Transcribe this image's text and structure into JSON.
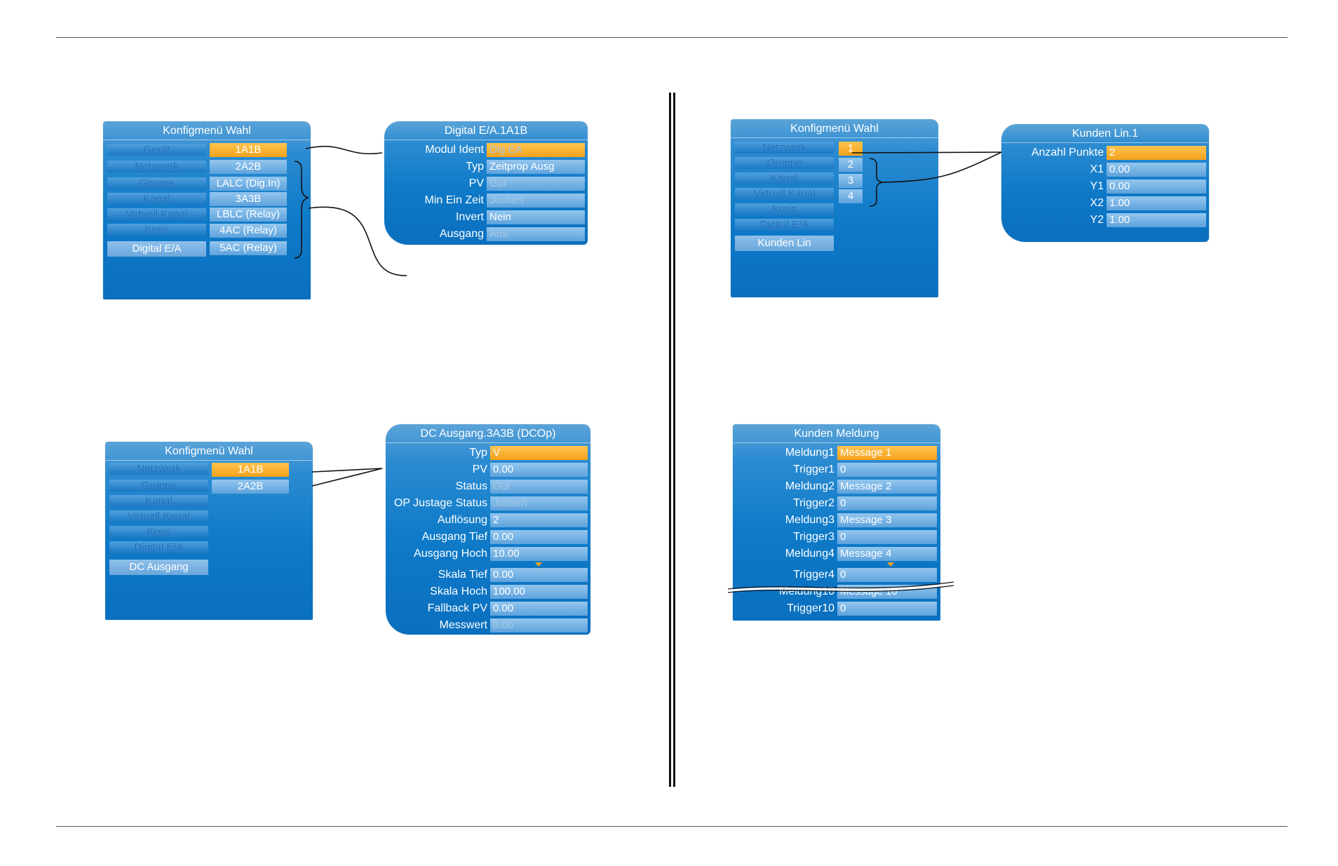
{
  "topLeft": {
    "menu": {
      "title": "Konfigmenü Wahl",
      "items": [
        "Gerät",
        "Netzwerk",
        "Gruppe",
        "Kanal",
        "Virtuell Kanal",
        "Kreis",
        "Digital E/A"
      ],
      "selected_index": 6,
      "values": [
        "1A1B",
        "2A2B",
        "LALC (Dig.In)",
        "3A3B",
        "LBLC (Relay)",
        "4AC (Relay)",
        "5AC (Relay)"
      ],
      "highlight_index": 0
    },
    "detail": {
      "title": "Digital E/A.1A1B",
      "rows": [
        {
          "label": "Modul Ident",
          "value": "Dig EA"
        },
        {
          "label": "Typ",
          "value": "Zeitprop Ausg"
        },
        {
          "label": "PV",
          "value": "Gut"
        },
        {
          "label": "Min Ein Zeit",
          "value": "Justiert"
        },
        {
          "label": "Invert",
          "value": "Nein"
        },
        {
          "label": "Ausgang",
          "value": "Aus"
        }
      ]
    }
  },
  "bottomLeft": {
    "menu": {
      "title": "Konfigmenü Wahl",
      "items": [
        "Netzwerk",
        "Gruppe",
        "Kanal",
        "Virtuell Kanal",
        "Kreis",
        "Digital E/A",
        "DC Ausgang"
      ],
      "selected_index": 6,
      "values": [
        "1A1B",
        "2A2B"
      ],
      "highlight_index": 0
    },
    "detail": {
      "title": "DC Ausgang.3A3B (DCOp)",
      "rows": [
        {
          "label": "Typ",
          "value": "V"
        },
        {
          "label": "PV",
          "value": "0.00"
        },
        {
          "label": "Status",
          "value": "Gut"
        },
        {
          "label": "OP Justage Status",
          "value": "Justiert"
        },
        {
          "label": "Auflösung",
          "value": "2"
        },
        {
          "label": "Ausgang Tief",
          "value": "0.00"
        },
        {
          "label": "Ausgang Hoch",
          "value": "10.00"
        },
        {
          "label": "Skala Tief",
          "value": "0.00"
        },
        {
          "label": "Skala Hoch",
          "value": "100.00"
        },
        {
          "label": "Fallback PV",
          "value": "0.00"
        },
        {
          "label": "Messwert",
          "value": "0.00"
        }
      ]
    }
  },
  "topRight": {
    "menu": {
      "title": "Konfigmenü Wahl",
      "items": [
        "Netzwerk",
        "Gruppe",
        "Kanal",
        "Virtuell Kanal",
        "Kreis",
        "Digital E/A",
        "Kunden Lin"
      ],
      "selected_index": 6,
      "values": [
        "1",
        "2",
        "3",
        "4"
      ],
      "highlight_index": 0
    },
    "detail": {
      "title": "Kunden Lin.1",
      "rows": [
        {
          "label": "Anzahl Punkte",
          "value": "2"
        },
        {
          "label": "X1",
          "value": "0.00"
        },
        {
          "label": "Y1",
          "value": "0.00"
        },
        {
          "label": "X2",
          "value": "1.00"
        },
        {
          "label": "Y2",
          "value": "1.00"
        }
      ]
    }
  },
  "bottomRight": {
    "detail": {
      "title": "Kunden Meldung",
      "rows": [
        {
          "label": "Meldung1",
          "value": "Message 1"
        },
        {
          "label": "Trigger1",
          "value": "0"
        },
        {
          "label": "Meldung2",
          "value": "Message 2"
        },
        {
          "label": "Trigger2",
          "value": "0"
        },
        {
          "label": "Meldung3",
          "value": "Message 3"
        },
        {
          "label": "Trigger3",
          "value": "0"
        },
        {
          "label": "Meldung4",
          "value": "Message 4"
        },
        {
          "label": "Trigger4",
          "value": "0"
        },
        {
          "label": "Meldung10",
          "value": "Message 10"
        },
        {
          "label": "Trigger10",
          "value": "0"
        }
      ]
    }
  },
  "colors": {
    "panel": "#0e7ac8",
    "highlight": "#f4a21c",
    "value_cell": "#93c6ee"
  }
}
